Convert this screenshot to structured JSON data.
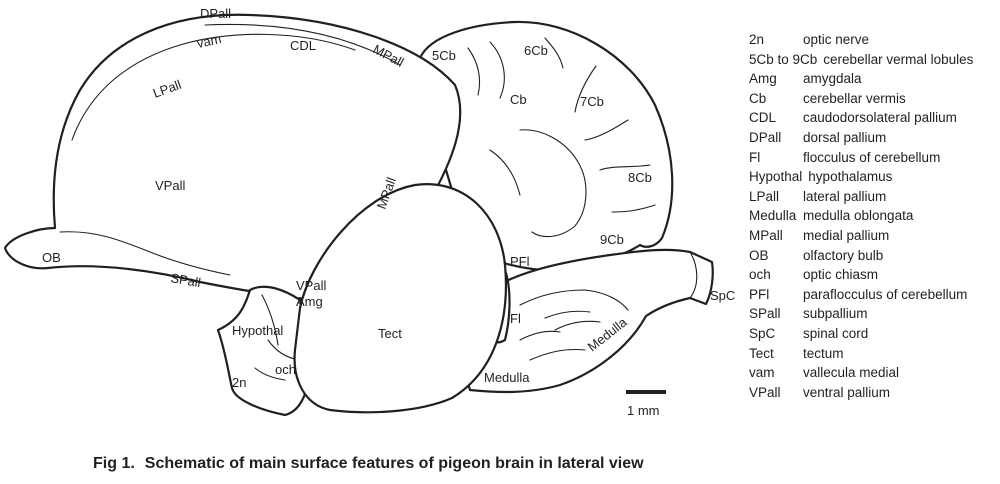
{
  "diagram": {
    "labels": {
      "dpall": "DPall",
      "vam": "vam",
      "cdl": "CDL",
      "mpall_top": "MPall",
      "lpall": "LPall",
      "vpall": "VPall",
      "mpall_mid": "MPall",
      "ob": "OB",
      "spall": "SPall",
      "vpall_low": "VPall",
      "amg": "Amg",
      "hypothal": "Hypothal",
      "och": "och",
      "n2": "2n",
      "tect": "Tect",
      "cb5": "5Cb",
      "cb6": "6Cb",
      "cb": "Cb",
      "cb7": "7Cb",
      "cb8": "8Cb",
      "cb9": "9Cb",
      "pfl": "PFl",
      "fl": "Fl",
      "medulla_bottom": "Medulla",
      "medulla_right": "Medulla",
      "spc": "SpC"
    },
    "scale_bar_label": "1 mm"
  },
  "legend": [
    {
      "abbr": "2n",
      "desc": "optic nerve"
    },
    {
      "abbr": "5Cb to 9Cb",
      "desc": "cerebellar vermal lobules"
    },
    {
      "abbr": "Amg",
      "desc": "amygdala"
    },
    {
      "abbr": "Cb",
      "desc": "cerebellar vermis"
    },
    {
      "abbr": "CDL",
      "desc": "caudodorsolateral pallium"
    },
    {
      "abbr": "DPall",
      "desc": "dorsal pallium"
    },
    {
      "abbr": "Fl",
      "desc": "flocculus of cerebellum"
    },
    {
      "abbr": "Hypothal",
      "desc": "hypothalamus"
    },
    {
      "abbr": "LPall",
      "desc": "lateral pallium"
    },
    {
      "abbr": "Medulla",
      "desc": "medulla oblongata"
    },
    {
      "abbr": "MPall",
      "desc": "medial pallium"
    },
    {
      "abbr": "OB",
      "desc": "olfactory bulb"
    },
    {
      "abbr": "och",
      "desc": "optic chiasm"
    },
    {
      "abbr": "PFl",
      "desc": "paraflocculus of cerebellum"
    },
    {
      "abbr": "SPall",
      "desc": "subpallium"
    },
    {
      "abbr": "SpC",
      "desc": "spinal cord"
    },
    {
      "abbr": "Tect",
      "desc": "tectum"
    },
    {
      "abbr": "vam",
      "desc": "vallecula medial"
    },
    {
      "abbr": "VPall",
      "desc": "ventral pallium"
    }
  ],
  "caption": {
    "figure_number": "Fig 1.",
    "text": "Schematic of main surface features of pigeon brain in lateral view"
  }
}
